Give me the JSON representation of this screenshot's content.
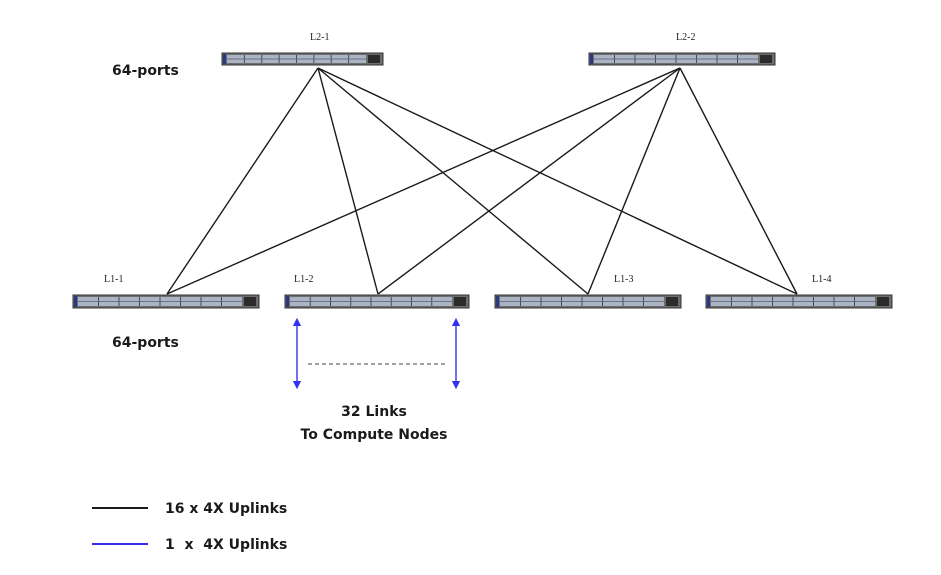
{
  "switches": {
    "l2_1": "L2-1",
    "l2_2": "L2-2",
    "l1_1": "L1-1",
    "l1_2": "L1-2",
    "l1_3": "L1-3",
    "l1_4": "L1-4"
  },
  "port_labels": {
    "spine": "64-ports",
    "leaf": "64-ports"
  },
  "compute": {
    "line1": "32 Links",
    "line2": "To Compute Nodes"
  },
  "legend": {
    "black_label": "16 x 4X Uplinks",
    "blue_label": "1  x  4X Uplinks"
  },
  "colors": {
    "uplink": "#1a1a1a",
    "compute_link": "#3333ee",
    "switch_body": "#6d6d6d",
    "switch_face": "#aab4c4"
  }
}
